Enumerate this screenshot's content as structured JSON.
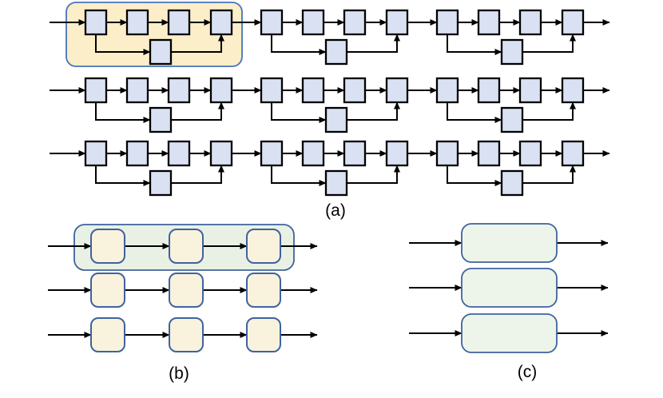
{
  "colors": {
    "background": "#ffffff",
    "arrow": "#000000",
    "block_fill": "#d9e1f2",
    "block_border": "#000000",
    "highlight_a_fill": "#fceec8",
    "highlight_a_border": "#4573be",
    "rounded_block_fill": "#f9f2dd",
    "blue_border": "#3f629f",
    "group_b_fill": "#e9f1e5",
    "group_c_fill": "#edf5ea"
  },
  "panel_a": {
    "label": "(a)",
    "rows": 3,
    "units_per_row": 3,
    "main_blocks_per_unit": 4,
    "skip_blocks_per_unit": 1,
    "highlight": {
      "row": 0,
      "unit": 0
    }
  },
  "panel_b": {
    "label": "(b)",
    "rows": 3,
    "blocks_per_row": 3,
    "highlight": {
      "row": 0
    }
  },
  "panel_c": {
    "label": "(c)",
    "rows": 3,
    "blocks_per_row": 1
  }
}
